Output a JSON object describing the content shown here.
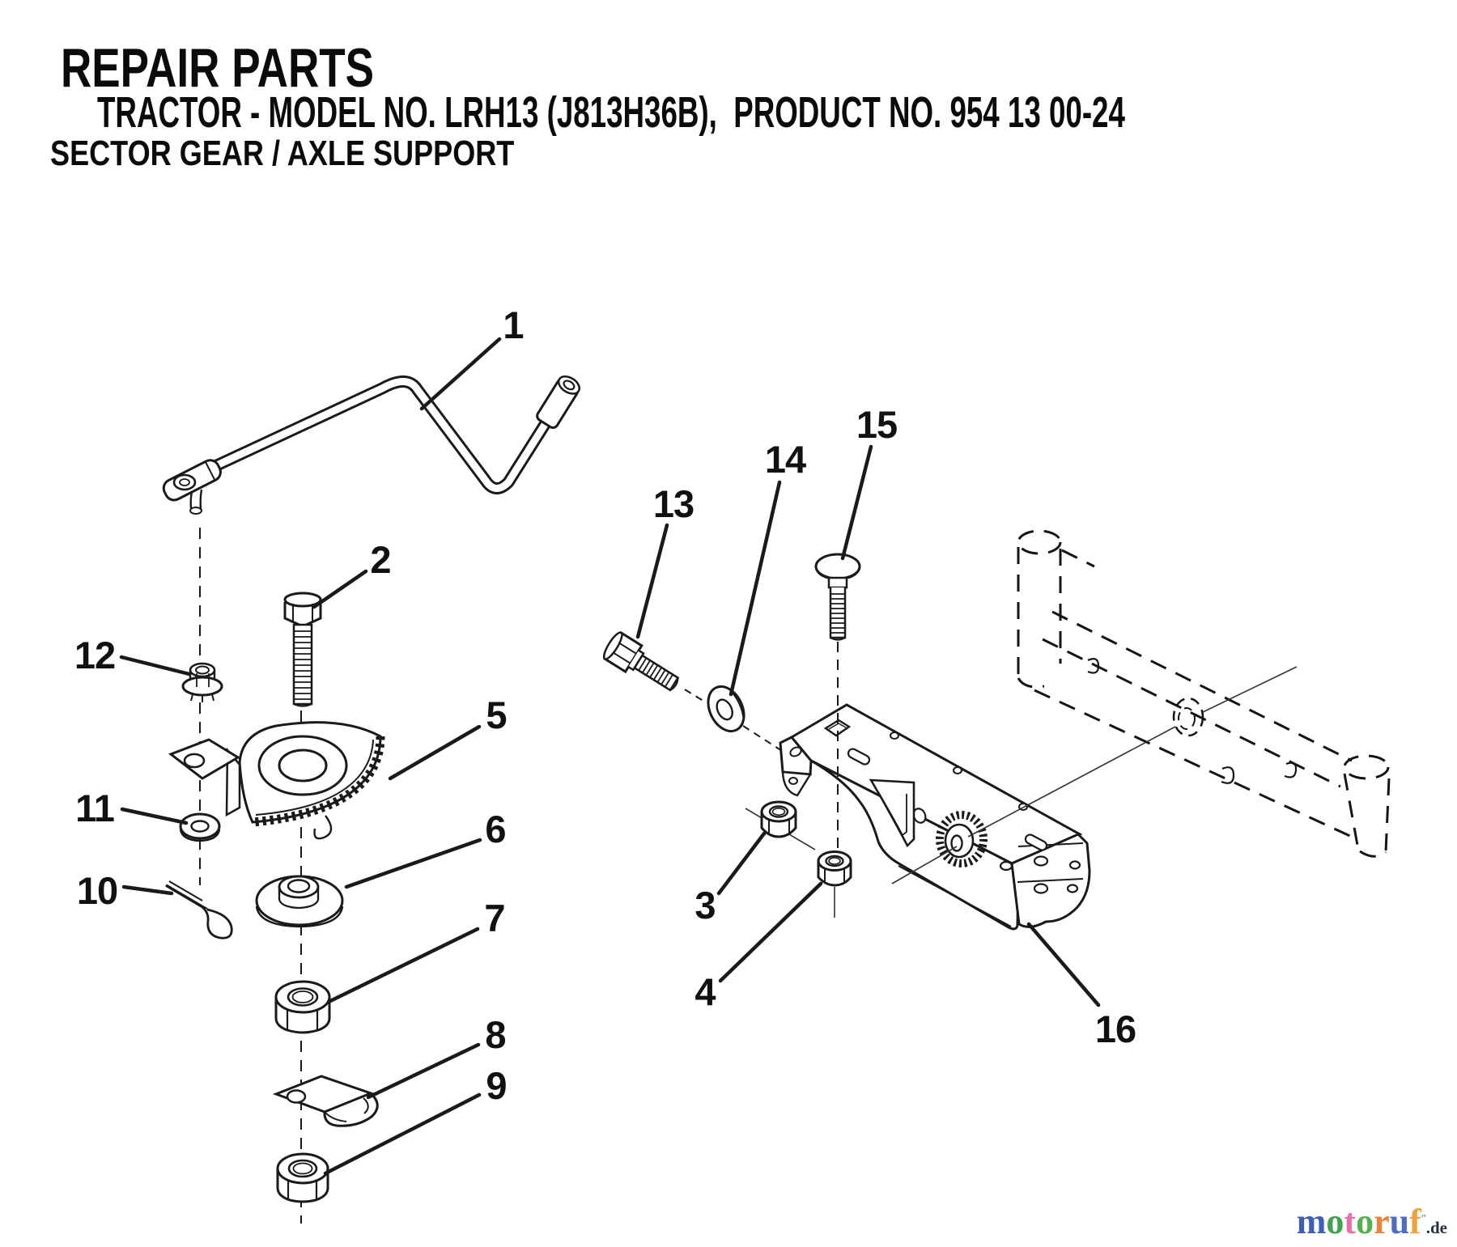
{
  "header": {
    "title": "REPAIR PARTS",
    "subtitle": "TRACTOR - MODEL NO. LRH13 (J813H36B),  PRODUCT NO. 954 13 00-24",
    "section": "SECTOR GEAR / AXLE SUPPORT"
  },
  "callouts": [
    "1",
    "2",
    "3",
    "4",
    "5",
    "6",
    "7",
    "8",
    "9",
    "10",
    "11",
    "12",
    "13",
    "14",
    "15",
    "16"
  ],
  "watermark": {
    "letters": [
      {
        "char": "m",
        "color": "#3f5fb7"
      },
      {
        "char": "o",
        "color": "#3fa24d"
      },
      {
        "char": "t",
        "color": "#e970a8"
      },
      {
        "char": "o",
        "color": "#55b04e"
      },
      {
        "char": "r",
        "color": "#ef8136"
      },
      {
        "char": "u",
        "color": "#4f6cc4"
      },
      {
        "char": "f",
        "color": "#f0a23b"
      }
    ],
    "mark": "”",
    "suffix": ".de",
    "suffix_color": "#26303f"
  },
  "colors": {
    "line": "#1a1a1a",
    "background": "#ffffff"
  }
}
